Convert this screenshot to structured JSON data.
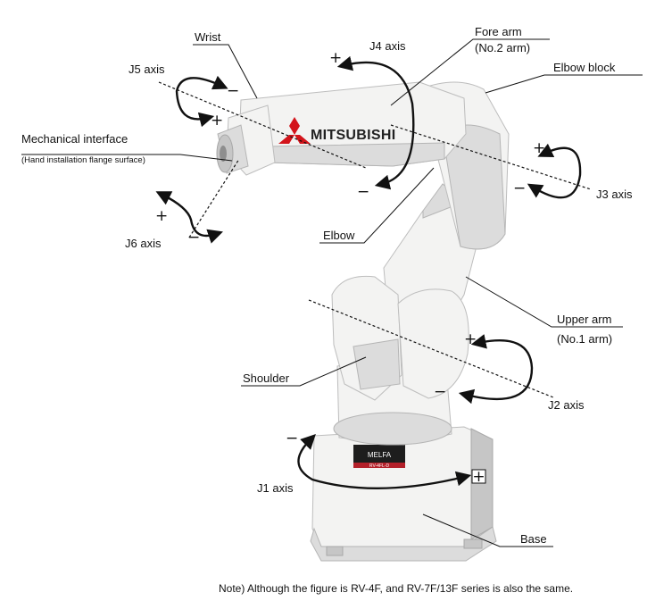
{
  "labels": {
    "wrist": "Wrist",
    "fore_arm": "Fore arm",
    "fore_arm_sub": "(No.2 arm)",
    "elbow_block": "Elbow block",
    "j4": "J4 axis",
    "j5": "J5 axis",
    "j3": "J3 axis",
    "j6": "J6 axis",
    "j2": "J2 axis",
    "j1": "J1 axis",
    "mech_interface": "Mechanical interface",
    "mech_interface_sub": "(Hand installation flange surface)",
    "elbow": "Elbow",
    "upper_arm": "Upper arm",
    "upper_arm_sub": "(No.1 arm)",
    "shoulder": "Shoulder",
    "base": "Base"
  },
  "signs": {
    "plus": "+",
    "minus": "−"
  },
  "brand": {
    "logo_text": "MITSUBISHI",
    "badge_text": "MELFA",
    "badge_model": "RV-4FL-D"
  },
  "note": "Note) Although the figure is RV-4F, and RV-7F/13F series is also the same."
}
